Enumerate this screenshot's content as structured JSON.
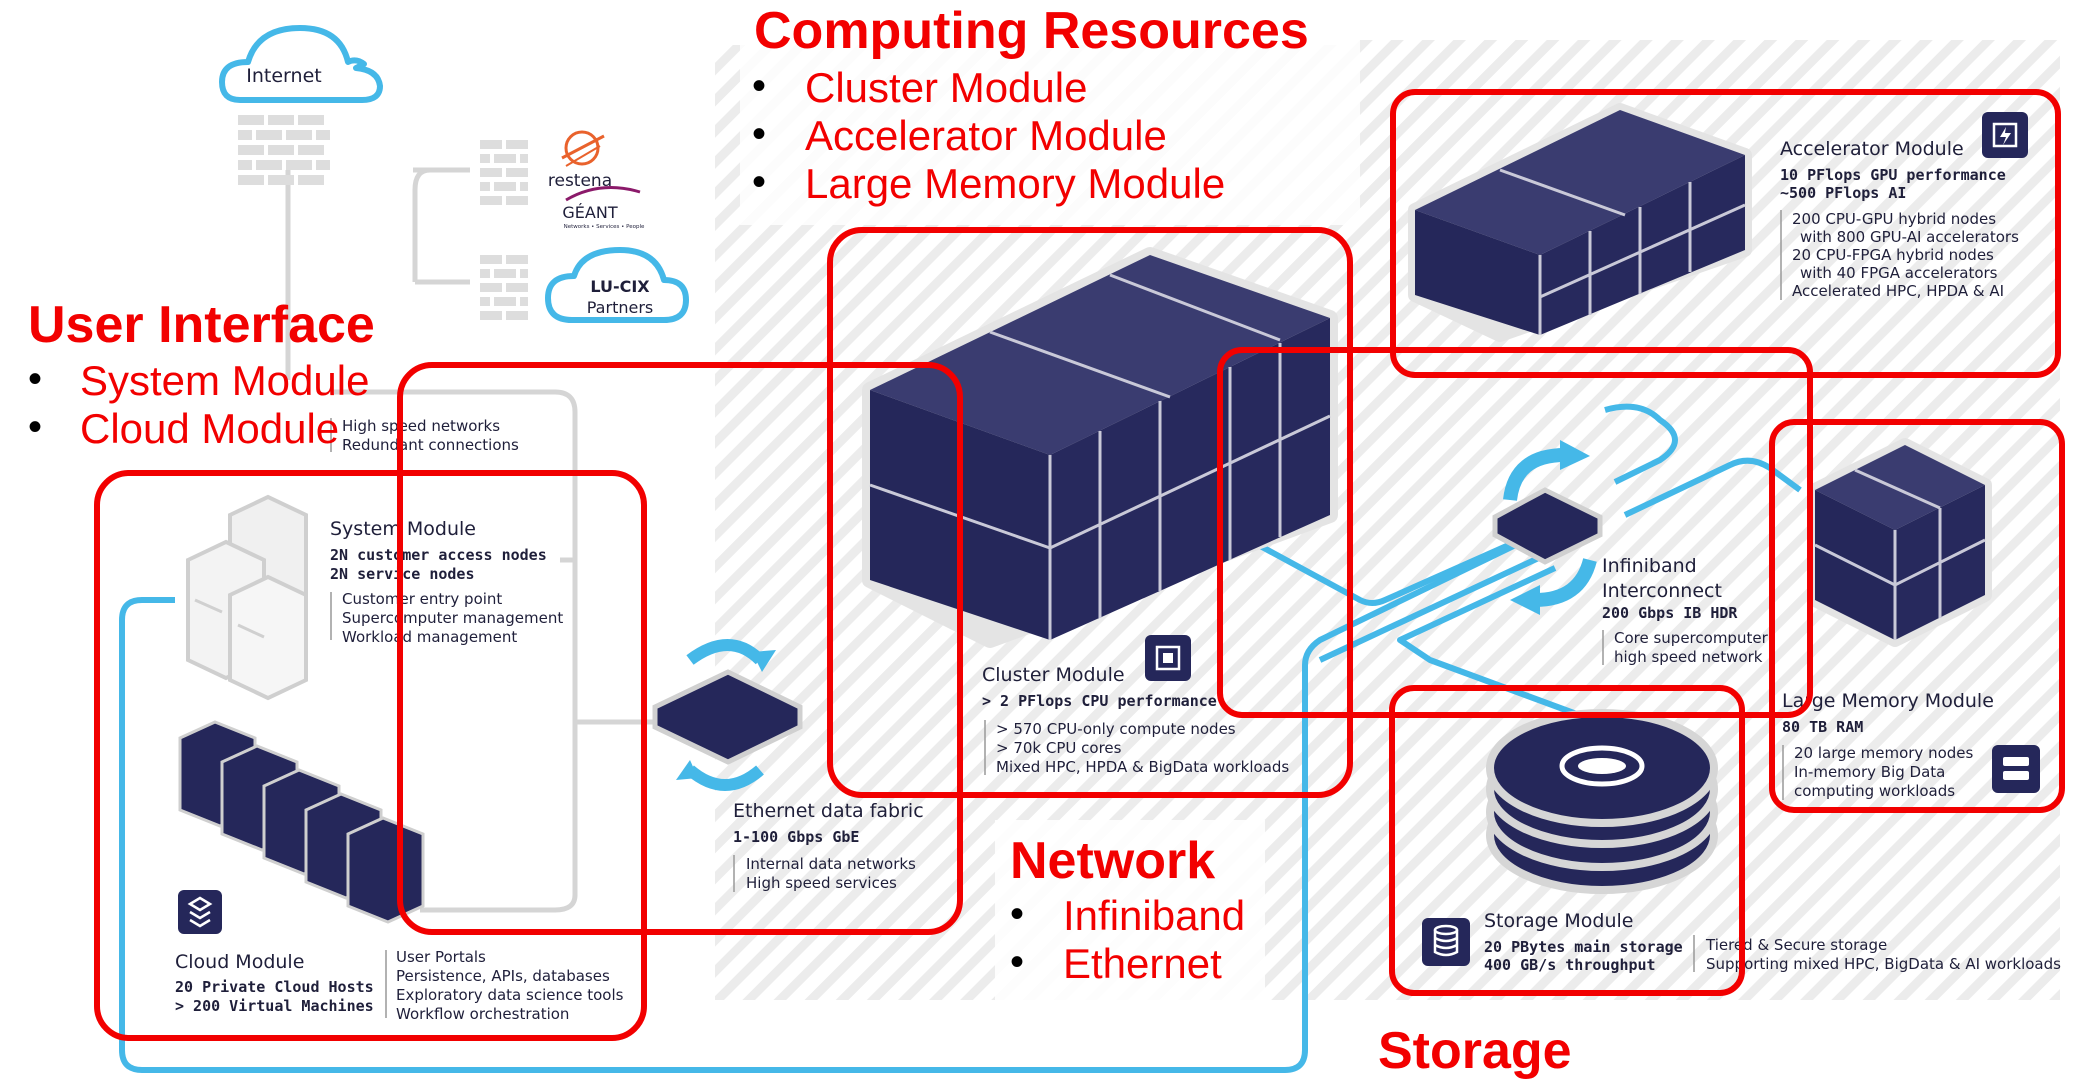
{
  "colors": {
    "navy": "#25275a",
    "annotation_red": "#f20000",
    "link_blue": "#45b8e8",
    "grey_line": "#d5d5d5",
    "hatch": "#ececec"
  },
  "internet": {
    "label": "Internet",
    "icon": "cloud-icon"
  },
  "partners": {
    "restena": "restena",
    "geant": "GÉANT",
    "geant_tagline": "Networks • Services • People",
    "lucix_title": "LU-CIX",
    "lucix_label": "Partners"
  },
  "uplink_notes": [
    "High speed networks",
    "Redundant connections"
  ],
  "system_module": {
    "title": "System Module",
    "specs": [
      "2N customer access nodes",
      "2N service nodes"
    ],
    "details": [
      "Customer entry point",
      "Supercomputer management",
      "Workload management"
    ]
  },
  "cloud_module": {
    "title": "Cloud Module",
    "specs": [
      "20 Private Cloud Hosts",
      "> 200 Virtual Machines"
    ],
    "details": [
      "User Portals",
      "Persistence, APIs, databases",
      "Exploratory data science tools",
      "Workflow orchestration"
    ]
  },
  "ethernet_fabric": {
    "title": "Ethernet data fabric",
    "spec": "1-100 Gbps GbE",
    "details": [
      "Internal data networks",
      "High speed services"
    ]
  },
  "cluster_module": {
    "title": "Cluster Module",
    "spec": "> 2 PFlops CPU performance",
    "details": [
      "> 570 CPU-only compute nodes",
      "> 70k CPU cores",
      "Mixed HPC, HPDA & BigData workloads"
    ]
  },
  "accelerator_module": {
    "title": "Accelerator Module",
    "specs": [
      "10 PFlops GPU performance",
      "~500 PFlops AI"
    ],
    "details": [
      "200 CPU-GPU hybrid nodes",
      "with 800 GPU-AI accelerators",
      "20 CPU-FPGA hybrid nodes",
      "with 40 FPGA accelerators",
      "Accelerated HPC, HPDA & AI"
    ]
  },
  "infiniband": {
    "title_line1": "Infiniband",
    "title_line2": "Interconnect",
    "spec": "200 Gbps IB HDR",
    "details": [
      "Core supercomputer",
      "high speed network"
    ]
  },
  "large_memory_module": {
    "title": "Large Memory Module",
    "spec": "80 TB RAM",
    "details": [
      "20 large memory nodes",
      "In-memory Big Data",
      "computing workloads"
    ]
  },
  "storage_module": {
    "title": "Storage Module",
    "specs": [
      "20 PBytes main storage",
      "400 GB/s throughput"
    ],
    "details": [
      "Tiered & Secure storage",
      "Supporting mixed HPC, BigData & AI workloads"
    ]
  },
  "annotations": {
    "computing_resources": {
      "heading": "Computing Resources",
      "items": [
        "Cluster Module",
        "Accelerator Module",
        "Large Memory Module"
      ]
    },
    "user_interface": {
      "heading": "User Interface",
      "items": [
        "System Module",
        "Cloud Module"
      ]
    },
    "network": {
      "heading": "Network",
      "items": [
        "Infiniband",
        "Ethernet"
      ]
    },
    "storage": {
      "heading": "Storage"
    }
  }
}
